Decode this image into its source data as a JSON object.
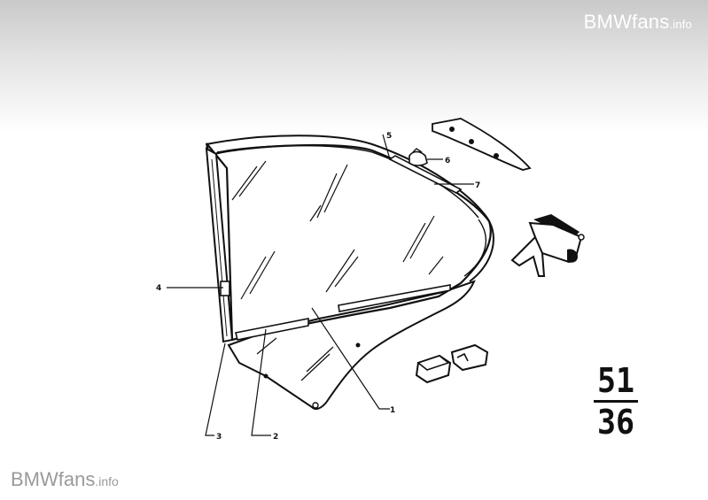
{
  "watermark": {
    "brand": "BMWfans",
    "suffix": ".info"
  },
  "callouts": {
    "c1": "1",
    "c2": "2",
    "c3": "3",
    "c4": "4",
    "c5": "5",
    "c6": "6",
    "c7": "7"
  },
  "group_code": {
    "top": "51",
    "bottom": "36"
  }
}
